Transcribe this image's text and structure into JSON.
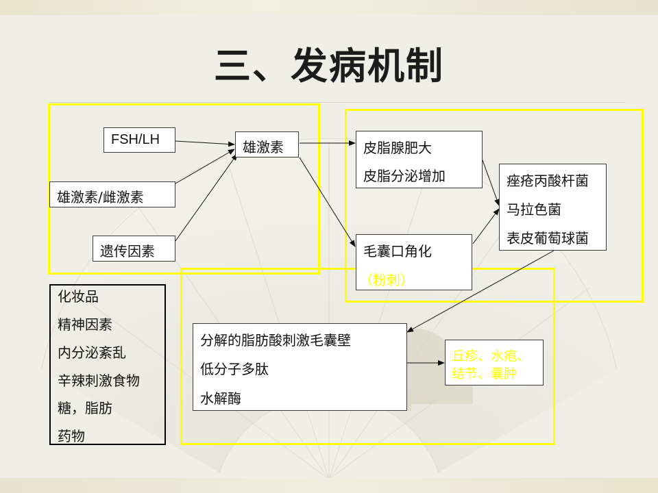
{
  "title": "三、发病机制",
  "boxes": {
    "fsh_lh": "FSH/LH",
    "androgen_estrogen": "雄激素/雌激素",
    "genetic": "遗传因素",
    "androgen": "雄激素",
    "sebaceous": [
      "皮脂腺肥大",
      "皮脂分泌增加"
    ],
    "follicular": [
      "毛囊口角化",
      "（粉刺）"
    ],
    "bacteria": [
      "痤疮丙酸杆菌",
      "马拉色菌",
      "表皮葡萄球菌"
    ],
    "factors": [
      "化妆品",
      "精神因素",
      "内分泌紊乱",
      "辛辣刺激食物",
      "糖，脂肪",
      "药物"
    ],
    "decomposition": [
      "分解的脂肪酸刺激毛囊壁",
      "低分子多肽",
      "水解酶"
    ],
    "lesions": [
      "丘疹、水疱、",
      "结节、囊肿"
    ]
  },
  "colors": {
    "highlight": "#ffff00",
    "title": "#1c1c1c",
    "background": "#efeee7"
  }
}
